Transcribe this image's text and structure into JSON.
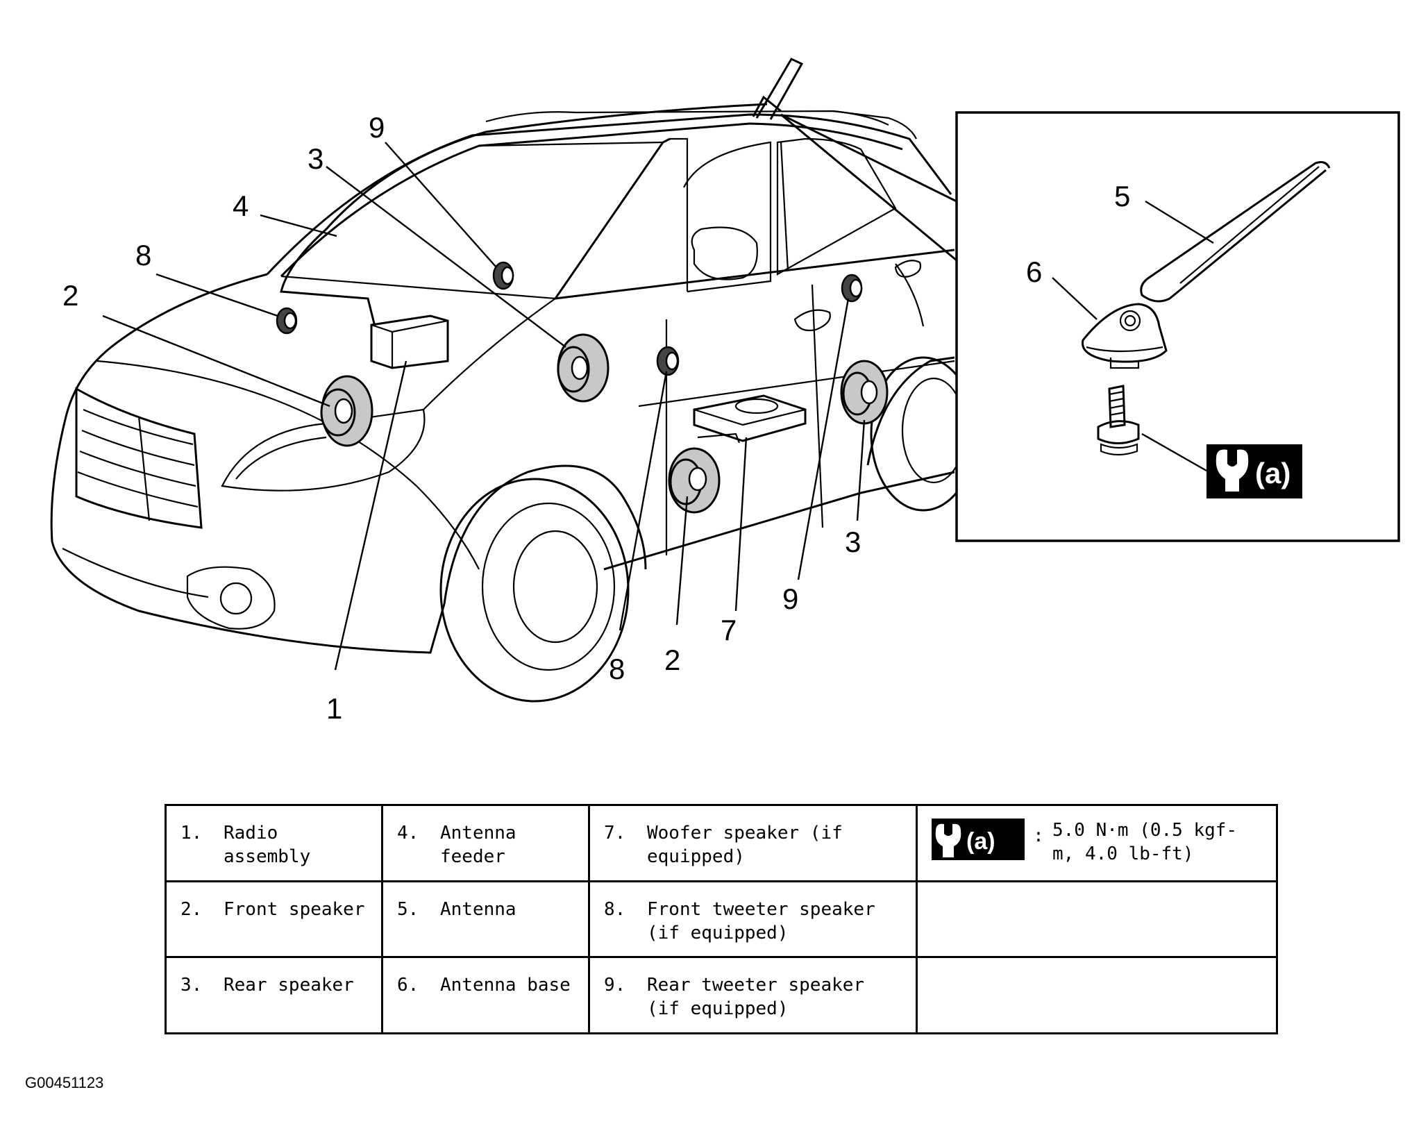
{
  "callouts": {
    "c1": "1",
    "c2a": "2",
    "c2b": "2",
    "c3a": "3",
    "c3b": "3",
    "c4": "4",
    "c5": "5",
    "c6": "6",
    "c7": "7",
    "c8a": "8",
    "c8b": "8",
    "c9a": "9",
    "c9b": "9"
  },
  "torque_badge": "(a)",
  "legend": [
    {
      "num": "1.",
      "label": "Radio assembly"
    },
    {
      "num": "2.",
      "label": "Front speaker"
    },
    {
      "num": "3.",
      "label": "Rear speaker"
    },
    {
      "num": "4.",
      "label": "Antenna feeder"
    },
    {
      "num": "5.",
      "label": "Antenna"
    },
    {
      "num": "6.",
      "label": "Antenna base"
    },
    {
      "num": "7.",
      "label": "Woofer speaker (if equipped)"
    },
    {
      "num": "8.",
      "label": "Front tweeter speaker (if equipped)"
    },
    {
      "num": "9.",
      "label": "Rear tweeter speaker (if equipped)"
    }
  ],
  "torque_spec": {
    "colon": ":",
    "value": "5.0 N·m (0.5 kgf-m, 4.0 lb-ft)"
  },
  "figure_code": "G00451123"
}
